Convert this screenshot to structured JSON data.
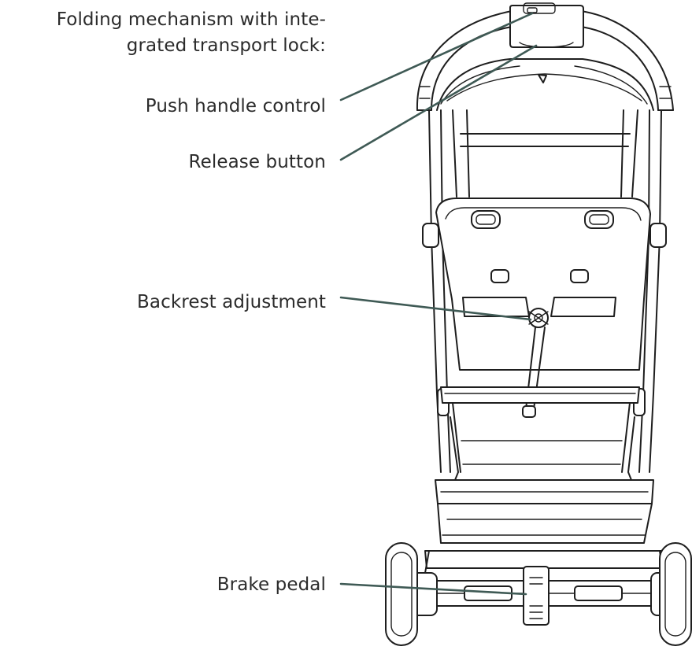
{
  "labels": {
    "folding_mechanism": [
      "Folding mechanism with inte-",
      "grated transport lock:"
    ],
    "push_handle_control": "Push handle control",
    "release_button": "Release button",
    "backrest_adjustment": "Backrest adjustment",
    "brake_pedal": "Brake pedal"
  },
  "colors": {
    "label_text": "#2b2b2b",
    "line_art": "#1e1e1e",
    "leader_line": "#3f5a55",
    "background": "#ffffff"
  }
}
